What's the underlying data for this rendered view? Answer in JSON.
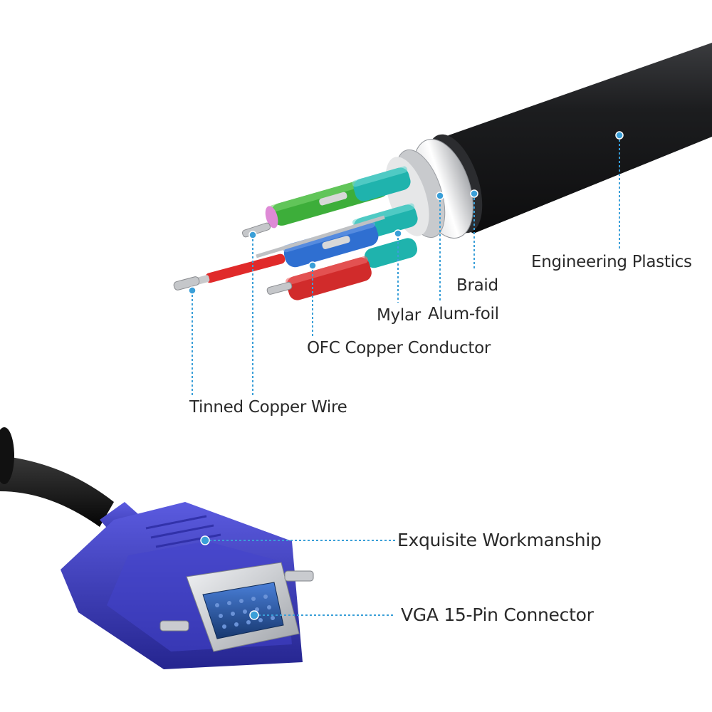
{
  "theme": {
    "callout_color": "#3a9fd8",
    "label_color": "#2a2a2a",
    "jacket_color": "#1c1d1f",
    "connector_color": "#3535b0",
    "conductor_colors": [
      "#3dae3a",
      "#1fb3ad",
      "#2f6fd1",
      "#d12b2b",
      "#de8ad6"
    ]
  },
  "callouts": {
    "engineering_plastics": "Engineering Plastics",
    "braid": "Braid",
    "alum_foil": "Alum-foil",
    "mylar": "Mylar",
    "ofc_copper_conductor": "OFC Copper Conductor",
    "tinned_copper_wire": "Tinned Copper Wire",
    "exquisite_workmanship": "Exquisite Workmanship",
    "vga_15_pin_connector": "VGA 15-Pin Connector"
  },
  "icons": {
    "cable": "vga-cable-cross-section-illustration",
    "connector": "vga-connector-illustration"
  }
}
